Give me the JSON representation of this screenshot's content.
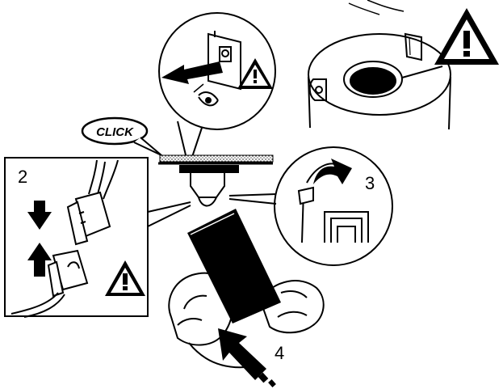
{
  "diagram": {
    "callout_click": "CLICK",
    "steps": [
      {
        "number": "2"
      },
      {
        "number": "3"
      },
      {
        "number": "4"
      }
    ],
    "icons": [
      "warning-triangle-icon",
      "eye-icon",
      "arrow-icon",
      "connector-plug-icon",
      "hand-icon"
    ],
    "colors": {
      "ink": "#000000",
      "paper": "#ffffff"
    }
  }
}
